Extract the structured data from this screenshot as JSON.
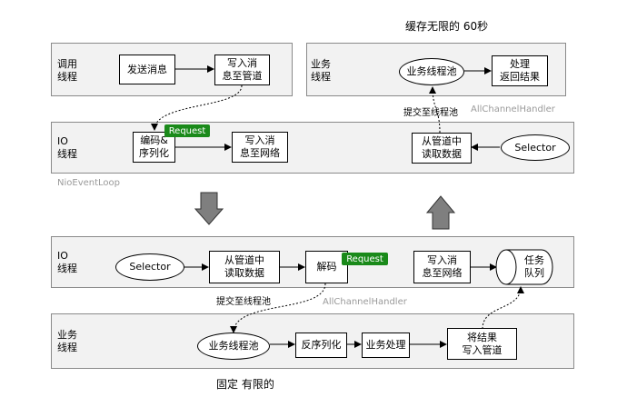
{
  "captions": {
    "top": "缓存无限的 60秒",
    "bottom": "固定 有限的"
  },
  "lanes": {
    "call_thread": "调用\n线程",
    "io_top": "IO\n线程",
    "biz_top": "业务\n线程",
    "io_bottom": "IO\n线程",
    "biz_bottom": "业务\n线程"
  },
  "boxes": {
    "send_msg": "发送消息",
    "write_msg_pipe_top": "写入消\n息至管道",
    "encode_serialize": "编码&\n序列化",
    "write_msg_net_top": "写入消\n息至网络",
    "biz_pool_top": "业务线程池",
    "process_return": "处理\n返回结果",
    "read_pipe_top": "从管道中\n读取数据",
    "selector_top": "Selector",
    "selector_bottom": "Selector",
    "read_pipe_bottom": "从管道中\n读取数据",
    "decode": "解码",
    "write_msg_net_bottom": "写入消\n息至网络",
    "task_queue": "任务\n队列",
    "biz_pool_bottom": "业务线程池",
    "deserialize": "反序列化",
    "biz_process": "业务处理",
    "write_result_pipe": "将结果\n写入管道"
  },
  "badges": {
    "request_top": "Request",
    "request_bottom": "Request"
  },
  "annotations": {
    "nio_event_loop": "NioEventLoop",
    "all_channel_handler_top": "AllChannelHandler",
    "all_channel_handler_bottom": "AllChannelHandler",
    "submit_pool_top": "提交至线程池",
    "submit_pool_bottom": "提交至线程池"
  },
  "colors": {
    "lane_fill": "#f2f2f2",
    "lane_border": "#8a8a8a",
    "badge_green": "#1a8a1a",
    "annotation_gray": "#9a9a9a",
    "big_arrow": "#7f7f7f"
  }
}
